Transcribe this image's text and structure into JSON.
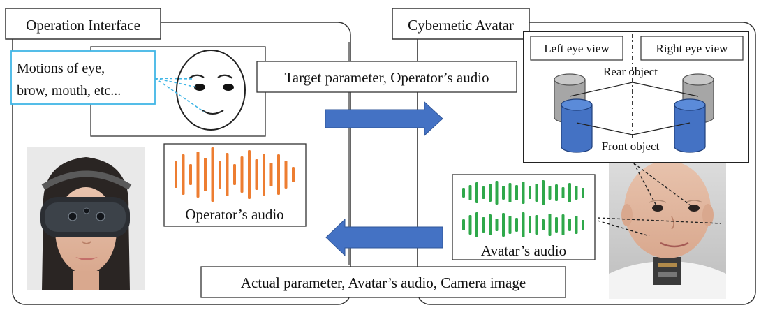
{
  "operation_panel": {
    "title": "Operation Interface",
    "callout": [
      "Motions of eye,",
      "brow, mouth, etc..."
    ]
  },
  "avatar_panel": {
    "title": "Cybernetic Avatar",
    "left_eye_view": "Left eye view",
    "right_eye_view": "Right eye view",
    "rear_object": "Rear object",
    "front_object": "Front object"
  },
  "signals": {
    "to_avatar": "Target parameter, Operator’s audio",
    "to_operator": "Actual parameter, Avatar’s audio, Camera image"
  },
  "audio": {
    "operator_label": "Operator’s audio",
    "avatar_label": "Avatar’s audio"
  },
  "colors": {
    "arrow": "#4472C4",
    "operator_wave": "#ED7D31",
    "avatar_wave": "#2EA84A",
    "callout_border": "#41B6E6",
    "cylinder_front": "#4472C4",
    "cylinder_rear": "#A6A6A6"
  },
  "icons": [
    "face-sketch-icon",
    "vr-headset-operator-photo",
    "android-avatar-head-photo"
  ]
}
